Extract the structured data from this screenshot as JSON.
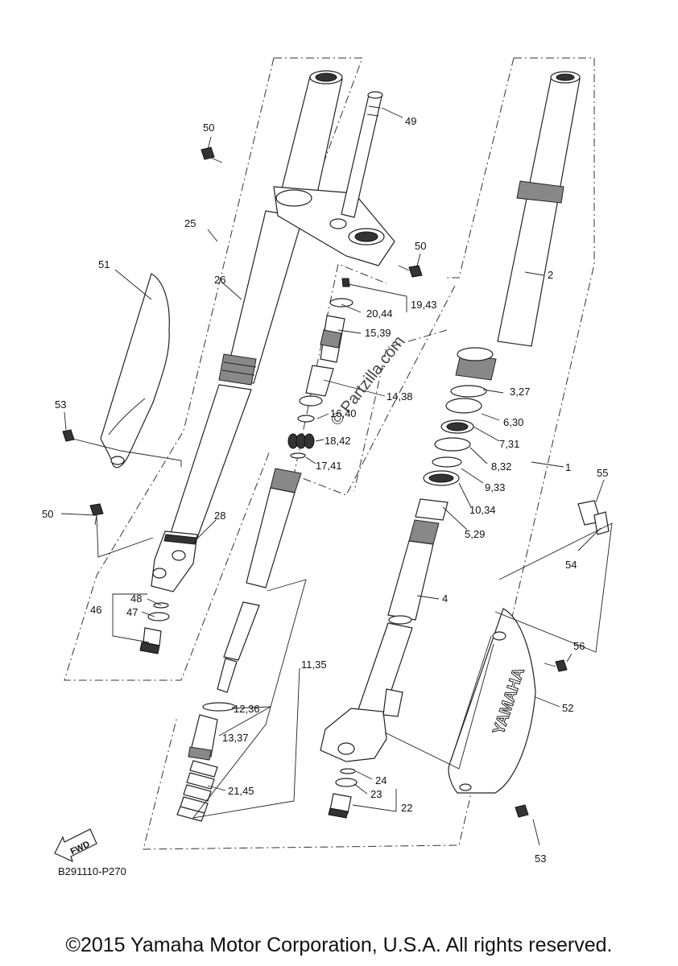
{
  "diagram": {
    "callouts": [
      {
        "id": "c50a",
        "text": "50"
      },
      {
        "id": "c49",
        "text": "49"
      },
      {
        "id": "c25",
        "text": "25"
      },
      {
        "id": "c50b",
        "text": "50"
      },
      {
        "id": "c2",
        "text": "2"
      },
      {
        "id": "c51",
        "text": "51"
      },
      {
        "id": "c26",
        "text": "26"
      },
      {
        "id": "c19_43",
        "text": "19,43"
      },
      {
        "id": "c20_44",
        "text": "20,44"
      },
      {
        "id": "c15_39",
        "text": "15,39"
      },
      {
        "id": "c14_38",
        "text": "14,38"
      },
      {
        "id": "c3_27",
        "text": "3,27"
      },
      {
        "id": "c53a",
        "text": "53"
      },
      {
        "id": "c16_40",
        "text": "16,40"
      },
      {
        "id": "c6_30",
        "text": "6,30"
      },
      {
        "id": "c18_42",
        "text": "18,42"
      },
      {
        "id": "c7_31",
        "text": "7,31"
      },
      {
        "id": "c8_32",
        "text": "8,32"
      },
      {
        "id": "c1",
        "text": "1"
      },
      {
        "id": "c17_41",
        "text": "17,41"
      },
      {
        "id": "c55",
        "text": "55"
      },
      {
        "id": "c9_33",
        "text": "9,33"
      },
      {
        "id": "c10_34",
        "text": "10,34"
      },
      {
        "id": "c50c",
        "text": "50"
      },
      {
        "id": "c28",
        "text": "28"
      },
      {
        "id": "c5_29",
        "text": "5,29"
      },
      {
        "id": "c54",
        "text": "54"
      },
      {
        "id": "c48",
        "text": "48"
      },
      {
        "id": "c46",
        "text": "46"
      },
      {
        "id": "c47",
        "text": "47"
      },
      {
        "id": "c4",
        "text": "4"
      },
      {
        "id": "c56",
        "text": "56"
      },
      {
        "id": "c11_35",
        "text": "11,35"
      },
      {
        "id": "c12_36",
        "text": "12,36"
      },
      {
        "id": "c52",
        "text": "52"
      },
      {
        "id": "c13_37",
        "text": "13,37"
      },
      {
        "id": "c24",
        "text": "24"
      },
      {
        "id": "c23",
        "text": "23"
      },
      {
        "id": "c21_45",
        "text": "21,45"
      },
      {
        "id": "c22",
        "text": "22"
      },
      {
        "id": "c53b",
        "text": "53"
      }
    ],
    "watermark": "© Partzilla.com",
    "fwd_label": "FWD",
    "brand_text": "YAMAHA",
    "reference_code": "B291110-P270"
  },
  "footer": {
    "copyright": "©2015 Yamaha Motor Corporation, U.S.A. All rights reserved."
  }
}
